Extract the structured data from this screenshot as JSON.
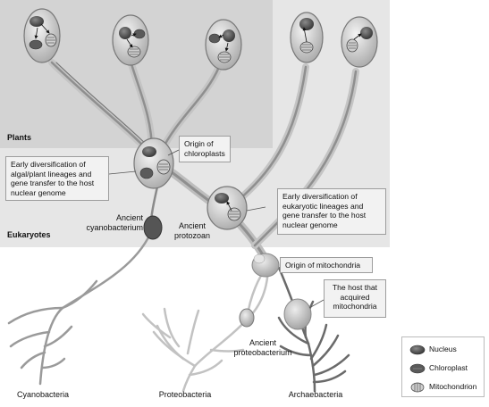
{
  "labels": {
    "plants": "Plants",
    "eukaryotes": "Eukaryotes",
    "origin_chloroplasts": [
      "Origin of",
      "chloroplasts"
    ],
    "early_algal": [
      "Early diversification of",
      "algal/plant lineages and",
      "gene transfer to the host",
      "nuclear genome"
    ],
    "early_eukaryotic": [
      "Early diversification of",
      "eukaryotic lineages and",
      "gene transfer to the host",
      "nuclear genome"
    ],
    "ancient_cyanobacterium": [
      "Ancient",
      "cyanobacterium"
    ],
    "ancient_protozoan": [
      "Ancient",
      "protozoan"
    ],
    "origin_mitochondria": "Origin of mitochondria",
    "host_acquired": [
      "The host that",
      "acquired",
      "mitochondria"
    ],
    "ancient_proteobacterium": [
      "Ancient",
      "proteobacterium"
    ],
    "cyanobacteria": "Cyanobacteria",
    "proteobacteria": "Proteobacteria",
    "archaebacteria": "Archaebacteria"
  },
  "legend": {
    "nucleus": "Nucleus",
    "chloroplast": "Chloroplast",
    "mitochondrion": "Mitochondrion"
  },
  "colors": {
    "eukaryote_bg": "#e6e6e6",
    "plant_bg": "#d3d3d3",
    "branch_light": "#bdbdbd",
    "branch_mid": "#9a9a9a",
    "branch_dark": "#6a6a6a",
    "cell_fill": "#cfcfcf",
    "nucleus": "#4f4f4f"
  }
}
